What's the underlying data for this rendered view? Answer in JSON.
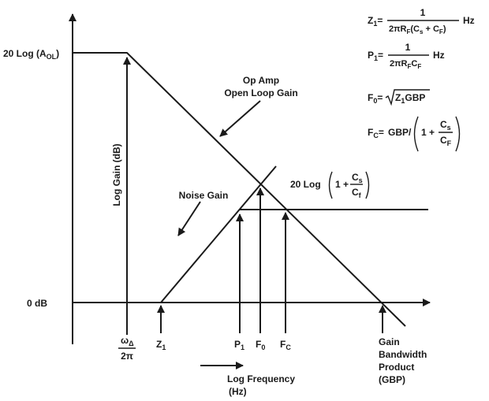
{
  "axes": {
    "y_label": "Log Gain (dB)",
    "zero_db": "0 dB",
    "aol_level": {
      "prefix": "20 Log (A",
      "sub": "OL",
      "suffix": ")"
    },
    "x_label_line1": "Log Frequency",
    "x_label_line2": "(Hz)"
  },
  "curves": {
    "open_loop_line1": "Op Amp",
    "open_loop_line2": "Open Loop Gain",
    "noise_gain": "Noise Gain",
    "plateau_prefix": "20 Log",
    "plateau_num": "C",
    "plateau_num_sub": "s",
    "plateau_den": "C",
    "plateau_den_sub": "f",
    "plateau_one_plus": "1 +"
  },
  "markers": {
    "omega_num": "ω",
    "omega_sub": "Δ",
    "omega_den": "2π",
    "z1": "Z",
    "z1_sub": "1",
    "p1": "P",
    "p1_sub": "1",
    "f0": "F",
    "f0_sub": "0",
    "fc": "F",
    "fc_sub": "C",
    "gbp_line1": "Gain",
    "gbp_line2": "Bandwidth",
    "gbp_line3": "Product",
    "gbp_line4": "(GBP)"
  },
  "equations": {
    "z1_lhs": "Z",
    "z1_lhs_sub": "1",
    "z1_num": "1",
    "z1_den_a": "2πR",
    "z1_den_sub": "F",
    "z1_den_b": "(C",
    "z1_den_c_sub": "s",
    "z1_den_d": " + C",
    "z1_den_e_sub": "F",
    "z1_den_f": ")",
    "unit_hz": "Hz",
    "p1_lhs": "P",
    "p1_lhs_sub": "1",
    "p1_num": "1",
    "p1_den_a": "2πR",
    "p1_den_sub1": "F",
    "p1_den_b": "C",
    "p1_den_sub2": "F",
    "f0_lhs": "F",
    "f0_lhs_sub": "0",
    "f0_rhs_a": "Z",
    "f0_rhs_sub": "1",
    "f0_rhs_b": "GBP",
    "fc_lhs": "F",
    "fc_lhs_sub": "C",
    "fc_rhs": "GBP/",
    "fc_one_plus": "1 +",
    "fc_num": "C",
    "fc_num_sub": "s",
    "fc_den": "C",
    "fc_den_sub": "F"
  },
  "colors": {
    "ink": "#1a1a1a",
    "background": "#ffffff"
  }
}
